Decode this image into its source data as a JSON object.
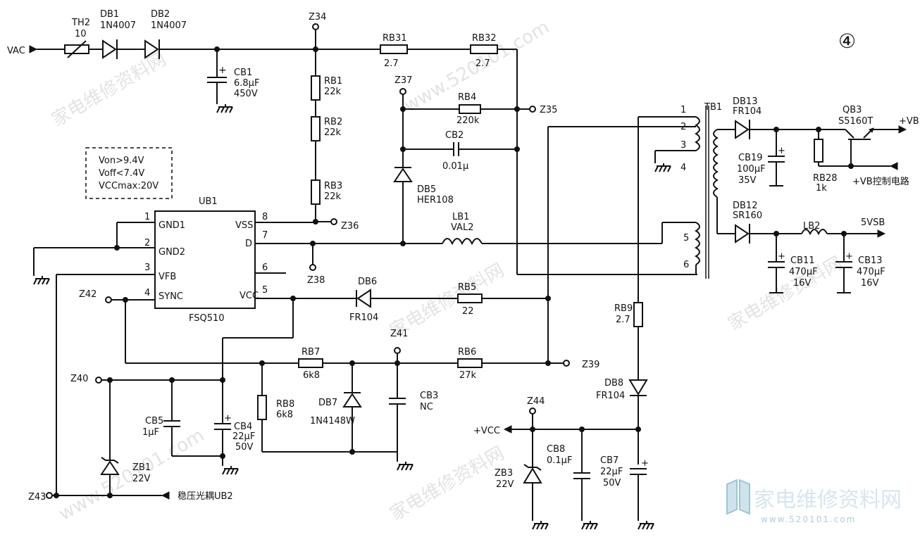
{
  "circle_number": "④",
  "nets": {
    "vac": "VAC",
    "plus_vb": "+VB",
    "vb_ctrl": "+VB控制电路",
    "fivevsb": "5VSB",
    "plus_vcc": "+VCC",
    "opto": "稳压光耦UB2"
  },
  "testpoints": [
    "Z34",
    "Z35",
    "Z36",
    "Z37",
    "Z38",
    "Z39",
    "Z40",
    "Z41",
    "Z42",
    "Z43",
    "Z44"
  ],
  "notes": {
    "von": "Von>9.4V",
    "voff": "Voff<7.4V",
    "vccmax": "VCCmax:20V"
  },
  "ic": {
    "ref": "UB1",
    "part": "FSQ510",
    "pins_left": [
      {
        "num": "1",
        "name": "GND1"
      },
      {
        "num": "2",
        "name": "GND2"
      },
      {
        "num": "3",
        "name": "VFB"
      },
      {
        "num": "4",
        "name": "SYNC"
      }
    ],
    "pins_right": [
      {
        "num": "8",
        "name": "VSS"
      },
      {
        "num": "7",
        "name": "D"
      },
      {
        "num": "6",
        "name": ""
      },
      {
        "num": "5",
        "name": "VCC"
      }
    ]
  },
  "transformer": {
    "ref": "TB1",
    "pins": [
      "1",
      "2",
      "3",
      "4",
      "5",
      "6"
    ]
  },
  "parts": {
    "th2": [
      "TH2",
      "10"
    ],
    "db1": [
      "DB1",
      "1N4007"
    ],
    "db2": [
      "DB2",
      "1N4007"
    ],
    "cb1": [
      "CB1",
      "6.8μF",
      "450V"
    ],
    "rb1": [
      "RB1",
      "22k"
    ],
    "rb2": [
      "RB2",
      "22k"
    ],
    "rb3": [
      "RB3",
      "22k"
    ],
    "rb31": [
      "RB31",
      "2.7"
    ],
    "rb32": [
      "RB32",
      "2.7"
    ],
    "rb4": [
      "RB4",
      "220k"
    ],
    "cb2": [
      "CB2",
      "0.01μ"
    ],
    "db5": [
      "DB5",
      "HER108"
    ],
    "lb1": [
      "LB1",
      "VAL2"
    ],
    "db6": [
      "DB6",
      "FR104"
    ],
    "rb5": [
      "RB5",
      "22"
    ],
    "rb7": [
      "RB7",
      "6k8"
    ],
    "rb6": [
      "RB6",
      "27k"
    ],
    "rb8": [
      "RB8",
      "6k8"
    ],
    "db7": [
      "DB7",
      "1N4148W"
    ],
    "cb3": [
      "CB3",
      "NC"
    ],
    "cb5": [
      "CB5",
      "1μF"
    ],
    "cb4": [
      "CB4",
      "22μF",
      "50V"
    ],
    "zb1": [
      "ZB1",
      "22V"
    ],
    "db13": [
      "DB13",
      "FR104"
    ],
    "cb19": [
      "CB19",
      "100μF",
      "35V"
    ],
    "rb28": [
      "RB28",
      "1k"
    ],
    "qb3": [
      "QB3",
      "S5160T"
    ],
    "db12": [
      "DB12",
      "SR160"
    ],
    "lb2": [
      "LB2"
    ],
    "cb11": [
      "CB11",
      "470μF",
      "16V"
    ],
    "cb13": [
      "CB13",
      "470μF",
      "16V"
    ],
    "rb9": [
      "RB9",
      "2.7"
    ],
    "db8": [
      "DB8",
      "FR104"
    ],
    "zb3": [
      "ZB3",
      "22V"
    ],
    "cb8": [
      "CB8",
      "0.1μF"
    ],
    "cb7": [
      "CB7",
      "22μF",
      "50V"
    ]
  },
  "watermark": {
    "brand": "家电维修资料网",
    "site": "www.520101.com",
    "url": "www.520101.com"
  }
}
